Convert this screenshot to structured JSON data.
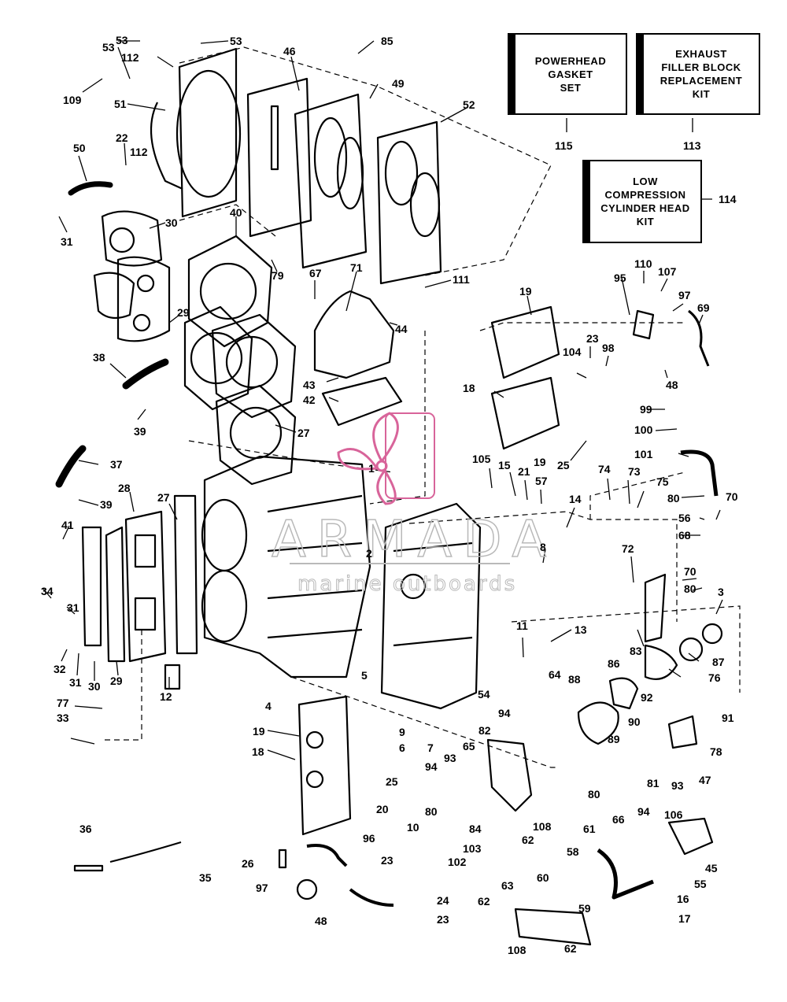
{
  "kits": {
    "powerhead_gasket": "POWERHEAD\nGASKET\nSET",
    "exhaust_filler": "EXHAUST\nFILLER BLOCK\nREPLACEMENT\nKIT",
    "low_compression": "LOW\nCOMPRESSION\nCYLINDER HEAD\nKIT"
  },
  "watermark": {
    "brand": "ARMADA",
    "tagline": "marine outboards",
    "accent_color": "#d8649a"
  },
  "callouts": [
    {
      "id": "c53a",
      "label": "53"
    },
    {
      "id": "c53b",
      "label": "53"
    },
    {
      "id": "c53c",
      "label": "53"
    },
    {
      "id": "c112a",
      "label": "112"
    },
    {
      "id": "c112b",
      "label": "112"
    },
    {
      "id": "c109",
      "label": "109"
    },
    {
      "id": "c51",
      "label": "51"
    },
    {
      "id": "c46",
      "label": "46"
    },
    {
      "id": "c85",
      "label": "85"
    },
    {
      "id": "c49",
      "label": "49"
    },
    {
      "id": "c52",
      "label": "52"
    },
    {
      "id": "c115",
      "label": "115"
    },
    {
      "id": "c113",
      "label": "113"
    },
    {
      "id": "c114",
      "label": "114"
    },
    {
      "id": "c50",
      "label": "50"
    },
    {
      "id": "c22",
      "label": "22"
    },
    {
      "id": "c31a",
      "label": "31"
    },
    {
      "id": "c30a",
      "label": "30"
    },
    {
      "id": "c40",
      "label": "40"
    },
    {
      "id": "c79",
      "label": "79"
    },
    {
      "id": "c29a",
      "label": "29"
    },
    {
      "id": "c67",
      "label": "67"
    },
    {
      "id": "c71",
      "label": "71"
    },
    {
      "id": "c111",
      "label": "111"
    },
    {
      "id": "c44",
      "label": "44"
    },
    {
      "id": "c38",
      "label": "38"
    },
    {
      "id": "c43",
      "label": "43"
    },
    {
      "id": "c42",
      "label": "42"
    },
    {
      "id": "c39a",
      "label": "39"
    },
    {
      "id": "c27a",
      "label": "27"
    },
    {
      "id": "c37",
      "label": "37"
    },
    {
      "id": "c39b",
      "label": "39"
    },
    {
      "id": "c28",
      "label": "28"
    },
    {
      "id": "c27b",
      "label": "27"
    },
    {
      "id": "c1",
      "label": "1"
    },
    {
      "id": "c2",
      "label": "2"
    },
    {
      "id": "c41",
      "label": "41"
    },
    {
      "id": "c34",
      "label": "34"
    },
    {
      "id": "c31b",
      "label": "31"
    },
    {
      "id": "c32",
      "label": "32"
    },
    {
      "id": "c31c",
      "label": "31"
    },
    {
      "id": "c30b",
      "label": "30"
    },
    {
      "id": "c29b",
      "label": "29"
    },
    {
      "id": "c12",
      "label": "12"
    },
    {
      "id": "c77",
      "label": "77"
    },
    {
      "id": "c33",
      "label": "33"
    },
    {
      "id": "c19a",
      "label": "19"
    },
    {
      "id": "c18a",
      "label": "18"
    },
    {
      "id": "c19b",
      "label": "19"
    },
    {
      "id": "c104",
      "label": "104"
    },
    {
      "id": "c23a",
      "label": "23"
    },
    {
      "id": "c98",
      "label": "98"
    },
    {
      "id": "c25a",
      "label": "25"
    },
    {
      "id": "c110",
      "label": "110"
    },
    {
      "id": "c107",
      "label": "107"
    },
    {
      "id": "c95",
      "label": "95"
    },
    {
      "id": "c97a",
      "label": "97"
    },
    {
      "id": "c69",
      "label": "69"
    },
    {
      "id": "c48a",
      "label": "48"
    },
    {
      "id": "c99",
      "label": "99"
    },
    {
      "id": "c100",
      "label": "100"
    },
    {
      "id": "c101",
      "label": "101"
    },
    {
      "id": "c105",
      "label": "105"
    },
    {
      "id": "c15",
      "label": "15"
    },
    {
      "id": "c21",
      "label": "21"
    },
    {
      "id": "c57",
      "label": "57"
    },
    {
      "id": "c74",
      "label": "74"
    },
    {
      "id": "c73",
      "label": "73"
    },
    {
      "id": "c75",
      "label": "75"
    },
    {
      "id": "c14",
      "label": "14"
    },
    {
      "id": "c80a",
      "label": "80"
    },
    {
      "id": "c70a",
      "label": "70"
    },
    {
      "id": "c56",
      "label": "56"
    },
    {
      "id": "c68",
      "label": "68"
    },
    {
      "id": "c8",
      "label": "8"
    },
    {
      "id": "c72",
      "label": "72"
    },
    {
      "id": "c70b",
      "label": "70"
    },
    {
      "id": "c80b",
      "label": "80"
    },
    {
      "id": "c3",
      "label": "3"
    },
    {
      "id": "c11",
      "label": "11"
    },
    {
      "id": "c13",
      "label": "13"
    },
    {
      "id": "c83",
      "label": "83"
    },
    {
      "id": "c87",
      "label": "87"
    },
    {
      "id": "c86",
      "label": "86"
    },
    {
      "id": "c76",
      "label": "76"
    },
    {
      "id": "c5",
      "label": "5"
    },
    {
      "id": "c4",
      "label": "4"
    },
    {
      "id": "c64",
      "label": "64"
    },
    {
      "id": "c54",
      "label": "54"
    },
    {
      "id": "c88",
      "label": "88"
    },
    {
      "id": "c92",
      "label": "92"
    },
    {
      "id": "c91",
      "label": "91"
    },
    {
      "id": "c9",
      "label": "9"
    },
    {
      "id": "c6",
      "label": "6"
    },
    {
      "id": "c7",
      "label": "7"
    },
    {
      "id": "c94a",
      "label": "94"
    },
    {
      "id": "c90",
      "label": "90"
    },
    {
      "id": "c78",
      "label": "78"
    },
    {
      "id": "c19c",
      "label": "19"
    },
    {
      "id": "c18b",
      "label": "18"
    },
    {
      "id": "c25b",
      "label": "25"
    },
    {
      "id": "c82",
      "label": "82"
    },
    {
      "id": "c89",
      "label": "89"
    },
    {
      "id": "c65",
      "label": "65"
    },
    {
      "id": "c93a",
      "label": "93"
    },
    {
      "id": "c93b",
      "label": "93"
    },
    {
      "id": "c94b",
      "label": "94"
    },
    {
      "id": "c47",
      "label": "47"
    },
    {
      "id": "c81",
      "label": "81"
    },
    {
      "id": "c80c",
      "label": "80"
    },
    {
      "id": "c94c",
      "label": "94"
    },
    {
      "id": "c106",
      "label": "106"
    },
    {
      "id": "c80d",
      "label": "80"
    },
    {
      "id": "c20",
      "label": "20"
    },
    {
      "id": "c10",
      "label": "10"
    },
    {
      "id": "c84",
      "label": "84"
    },
    {
      "id": "c108a",
      "label": "108"
    },
    {
      "id": "c62a",
      "label": "62"
    },
    {
      "id": "c66",
      "label": "66"
    },
    {
      "id": "c61",
      "label": "61"
    },
    {
      "id": "c103",
      "label": "103"
    },
    {
      "id": "c102",
      "label": "102"
    },
    {
      "id": "c36",
      "label": "36"
    },
    {
      "id": "c96",
      "label": "96"
    },
    {
      "id": "c58",
      "label": "58"
    },
    {
      "id": "c45",
      "label": "45"
    },
    {
      "id": "c35",
      "label": "35"
    },
    {
      "id": "c26",
      "label": "26"
    },
    {
      "id": "c23b",
      "label": "23"
    },
    {
      "id": "c55",
      "label": "55"
    },
    {
      "id": "c60",
      "label": "60"
    },
    {
      "id": "c16",
      "label": "16"
    },
    {
      "id": "c97b",
      "label": "97"
    },
    {
      "id": "c63",
      "label": "63"
    },
    {
      "id": "c24",
      "label": "24"
    },
    {
      "id": "c59",
      "label": "59"
    },
    {
      "id": "c48b",
      "label": "48"
    },
    {
      "id": "c23c",
      "label": "23"
    },
    {
      "id": "c62b",
      "label": "62"
    },
    {
      "id": "c17",
      "label": "17"
    },
    {
      "id": "c108b",
      "label": "108"
    },
    {
      "id": "c62c",
      "label": "62"
    }
  ]
}
